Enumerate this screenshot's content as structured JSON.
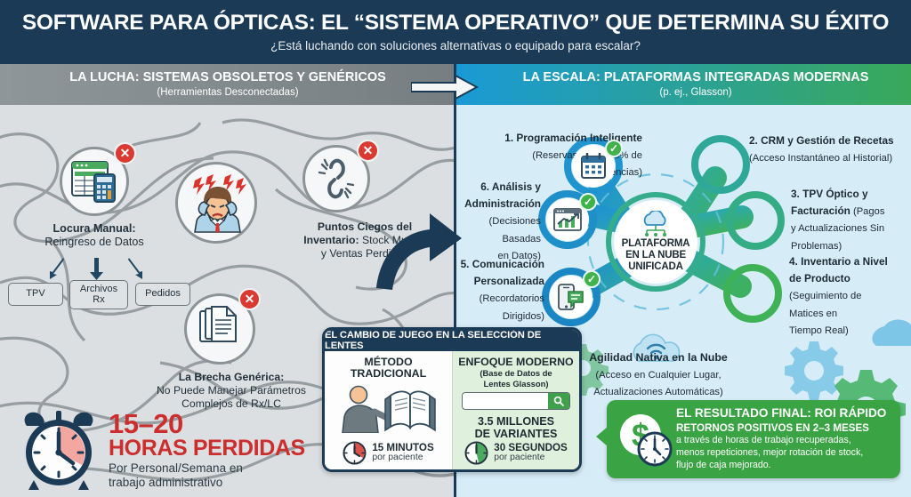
{
  "header": {
    "title": "SOFTWARE PARA ÓPTICAS: EL “SISTEMA OPERATIVO” QUE DETERMINA SU ÉXITO",
    "subtitle": "¿Está luchando con soluciones alternativas o equipado para escalar?",
    "bg_color": "#1b3a55"
  },
  "left_panel": {
    "bar_title": "LA LUCHA: SISTEMAS OBSOLETOS Y GENÉRICOS",
    "bar_subtitle": "(Herramientas Desconectadas)",
    "bar_color": "#7d8588",
    "bg_color": "#dcdfe1",
    "nodes": [
      {
        "icon": "spreadsheet-calculator-icon",
        "badge": "x-mark-icon",
        "title": "Locura Manual:",
        "subtitle": "Reingreso de Datos"
      },
      {
        "icon": "broken-chain-icon",
        "badge": "x-mark-icon",
        "title": "Puntos Ciegos del Inventario:",
        "subtitle": "Stock Muerto y Ventas Perdidas"
      },
      {
        "icon": "documents-stack-icon",
        "badge": "x-mark-icon",
        "title": "La Brecha Genérica:",
        "subtitle": "No Puede Manejar Parámetros Complejos de Rx/LC"
      }
    ],
    "frustrated_icon": "frustrated-person-icon",
    "chips": [
      "TPV",
      "Archivos Rx",
      "Pedidos"
    ],
    "loss_stat": {
      "icon": "alarm-clock-icon",
      "number": "15–20",
      "label": "HORAS PERDIDAS",
      "sub_line1": "Por Personal/Semana en",
      "sub_line2": "trabajo administrativo",
      "color": "#cc2e2e"
    }
  },
  "transition_arrow": "curved-arrow-icon",
  "right_panel": {
    "bar_title": "LA ESCALA: PLATAFORMAS INTEGRADAS MODERNAS",
    "bar_subtitle": "(p. ej., Glasson)",
    "bg_color": "#d6ecf7",
    "accent_blue": "#1a9ad6",
    "accent_green": "#3aa85a",
    "hub": {
      "icon": "cloud-network-icon",
      "line1": "PLATAFORMA",
      "line2": "EN LA NUBE",
      "line3": "UNIFICADA"
    },
    "spokes": [
      {
        "num": "1.",
        "title": "Programación Inteligente",
        "sub": "(Reservas 24/7, -40% de Ausencias)",
        "icon": "calendar-icon",
        "check": "check-icon"
      },
      {
        "num": "2.",
        "title": "CRM y Gestión de Recetas",
        "sub": "(Acceso Instantáneo al Historial)",
        "icon": "eye-head-icon",
        "check": "check-icon"
      },
      {
        "num": "3.",
        "title": "TPV Óptico y Facturación",
        "sub": "(Pagos y Actualizaciones Sin Problemas)",
        "icon": "credit-card-receipt-icon",
        "check": "check-icon"
      },
      {
        "num": "4.",
        "title": "Inventario a Nivel de Producto",
        "sub": "(Seguimiento de Matices en Tiempo Real)",
        "icon": "barcode-icon",
        "check": "check-icon"
      },
      {
        "num": "5.",
        "title": "Comunicación Personalizada",
        "sub": "(Recordatorios Dirigidos)",
        "icon": "mobile-chat-icon",
        "check": "check-icon"
      },
      {
        "num": "6.",
        "title": "Análisis y Administración",
        "sub": "(Decisiones Basadas en Datos)",
        "icon": "analytics-chart-icon",
        "check": "check-icon"
      }
    ],
    "cloud_note": {
      "icon": "cloud-wifi-icon",
      "title": "Agilidad Nativa en la Nube",
      "sub_line1": "(Acceso en Cualquier Lugar,",
      "sub_line2": "Actualizaciones Automáticas)"
    }
  },
  "compare_card": {
    "header": "EL CAMBIO DE JUEGO EN LA SELECCIÓN DE LENTES",
    "traditional": {
      "title_line1": "MÉTODO",
      "title_line2": "TRADICIONAL",
      "icon": "person-reading-book-icon",
      "time_icon": "clock-red-icon",
      "time_value": "15 MINUTOS",
      "time_unit": "por paciente"
    },
    "modern": {
      "title": "ENFOQUE MODERNO",
      "subtitle_line1": "(Base de Datos de",
      "subtitle_line2": "Lentes Glasson)",
      "search_icon": "search-icon",
      "search_placeholder": "",
      "stat_line1": "3.5 MILLONES",
      "stat_line2": "DE VARIANTES",
      "time_icon": "clock-green-icon",
      "time_value": "30 SEGUNDOS",
      "time_unit": "por paciente"
    }
  },
  "roi_box": {
    "icon": "dollar-clock-icon",
    "title": "EL RESULTADO FINAL: ROI RÁPIDO",
    "subtitle": "RETORNOS POSITIVOS EN 2–3 MESES",
    "body_line1": "a través de horas de trabajo recuperadas,",
    "body_line2": "menos repeticiones, mejor rotación de stock,",
    "body_line3": "flujo de caja mejorado.",
    "color": "#3aa343"
  }
}
